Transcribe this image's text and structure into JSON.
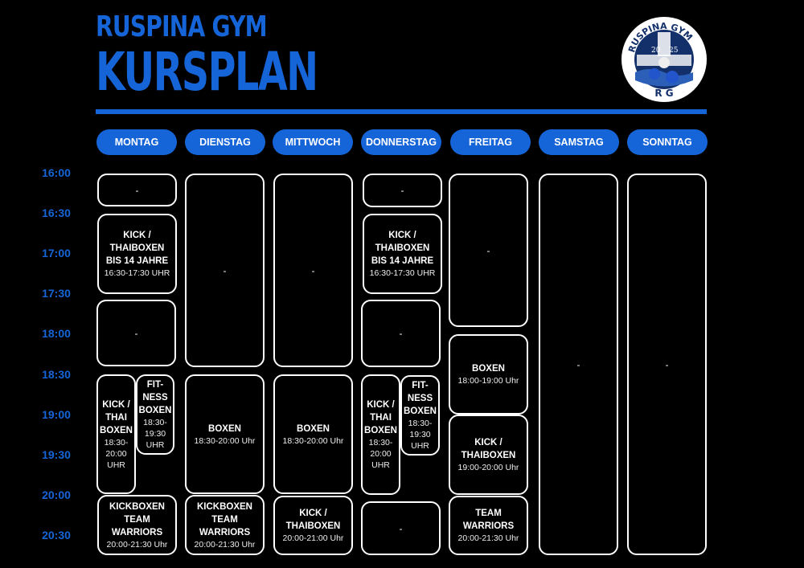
{
  "header": {
    "gym_name": "RUSPINA GYM",
    "title": "KURSPLAN",
    "logo_text_top": "RUSPINA GYM",
    "logo_year_left": "20",
    "logo_year_right": "25",
    "logo_initials": "R G"
  },
  "colors": {
    "accent": "#1565d8",
    "background": "#000000",
    "border": "#ffffff"
  },
  "days": [
    "MONTAG",
    "DIENSTAG",
    "MITTWOCH",
    "DONNERSTAG",
    "FREITAG",
    "SAMSTAG",
    "SONNTAG"
  ],
  "times": [
    "16:00",
    "16:30",
    "17:00",
    "17:30",
    "18:00",
    "18:30",
    "19:00",
    "19:30",
    "20:00",
    "20:30"
  ],
  "schedule": {
    "montag": {
      "c1": {
        "text": "-"
      },
      "c2": {
        "title1": "KICK /",
        "title2": "THAIBOXEN",
        "title3": "BIS 14 JAHRE",
        "hours": "16:30-17:30 UHR"
      },
      "c3": {
        "text": "-"
      },
      "c4": {
        "title1": "KICK /",
        "title2": "THAI",
        "title3": "BOXEN",
        "hours1": "18:30-",
        "hours2": "20:00",
        "hours3": "UHR"
      },
      "c5": {
        "title1": "FIT-",
        "title2": "NESS",
        "title3": "BOXEN",
        "hours1": "18:30-",
        "hours2": "19:30",
        "hours3": "UHR"
      },
      "c6": {
        "title1": "KICKBOXEN",
        "title2": "TEAM",
        "title3": "WARRIORS",
        "hours": "20:00-21:30 Uhr"
      }
    },
    "dienstag": {
      "c1": {
        "text": "-"
      },
      "c2": {
        "title": "BOXEN",
        "hours": "18:30-20:00 Uhr"
      },
      "c3": {
        "title1": "KICKBOXEN",
        "title2": "TEAM",
        "title3": "WARRIORS",
        "hours": "20:00-21:30 Uhr"
      }
    },
    "mittwoch": {
      "c1": {
        "text": "-"
      },
      "c2": {
        "title": "BOXEN",
        "hours": "18:30-20:00 Uhr"
      },
      "c3": {
        "title1": "KICK /",
        "title2": "THAIBOXEN",
        "hours": "20:00-21:00 Uhr"
      }
    },
    "donnerstag": {
      "c1": {
        "text": "-"
      },
      "c2": {
        "title1": "KICK /",
        "title2": "THAIBOXEN",
        "title3": "BIS 14 JAHRE",
        "hours": "16:30-17:30 UHR"
      },
      "c3": {
        "text": "-"
      },
      "c4": {
        "title1": "KICK /",
        "title2": "THAI",
        "title3": "BOXEN",
        "hours1": "18:30-",
        "hours2": "20:00",
        "hours3": "UHR"
      },
      "c5": {
        "title1": "FIT-",
        "title2": "NESS",
        "title3": "BOXEN",
        "hours1": "18:30-",
        "hours2": "19:30",
        "hours3": "UHR"
      },
      "c6": {
        "text": "-"
      }
    },
    "freitag": {
      "c1": {
        "text": "-"
      },
      "c2": {
        "title": "BOXEN",
        "hours": "18:00-19:00 Uhr"
      },
      "c3": {
        "title1": "KICK /",
        "title2": "THAIBOXEN",
        "hours": "19:00-20:00 Uhr"
      },
      "c4": {
        "title1": "TEAM",
        "title2": "WARRIORS",
        "hours": "20:00-21:30 Uhr"
      }
    },
    "samstag": {
      "c1": {
        "text": "-"
      }
    },
    "sonntag": {
      "c1": {
        "text": "-"
      }
    }
  }
}
